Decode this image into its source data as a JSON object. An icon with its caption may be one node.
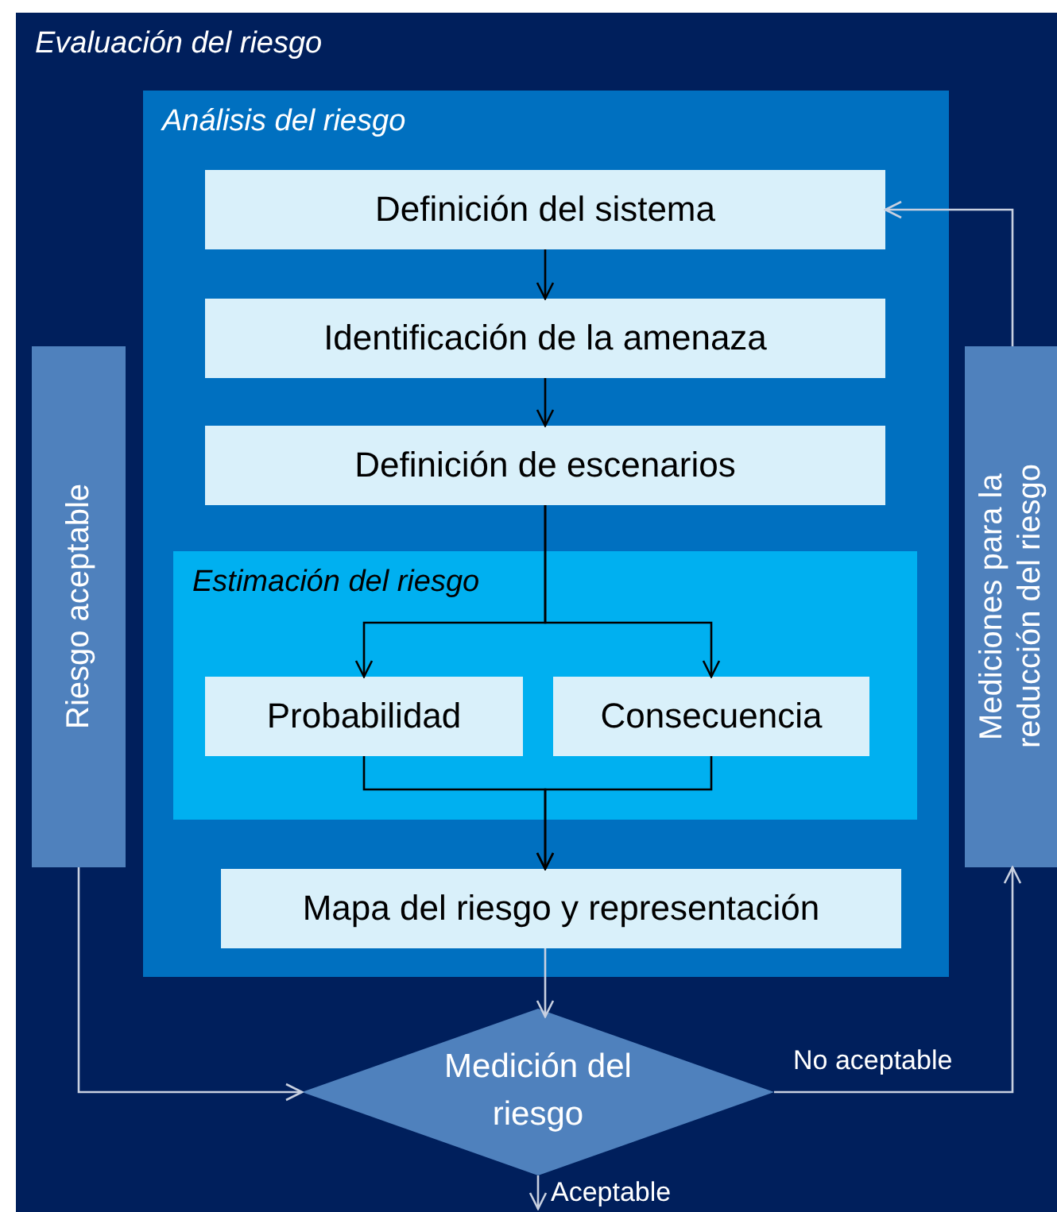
{
  "diagram": {
    "nodes": [
      {
        "text": [
          "Evaluación del riesgo"
        ]
      },
      {
        "text": [
          "Análisis del riesgo"
        ],
        "in": 0
      },
      {
        "text": [
          "Definición del sistema"
        ],
        "in": 1
      },
      {
        "text": [
          "Identificación de la amenaza"
        ],
        "in": 1
      },
      {
        "text": [
          "Definición de escenarios"
        ],
        "in": 1
      },
      {
        "text": [
          "Estimación del riesgo"
        ],
        "in": 1
      },
      {
        "text": [
          "Probabilidad"
        ],
        "in": 5
      },
      {
        "text": [
          "Consecuencia"
        ],
        "in": 5
      },
      {
        "text": [
          "Mapa del riesgo y representación"
        ],
        "in": 1
      },
      {
        "text": [
          "Riesgo aceptable"
        ],
        "in": 0
      },
      {
        "text": [
          "Mediciones para la reducción del riesgo"
        ],
        "in": 0
      },
      {
        "text": [
          "Medición del riesgo"
        ],
        "in": 0
      }
    ],
    "edges": [
      {
        "from": 2,
        "to": 3,
        "arrow": "to"
      },
      {
        "from": 3,
        "to": 4,
        "arrow": "to"
      },
      {
        "from": 4,
        "to": 6,
        "arrow": "to"
      },
      {
        "from": 4,
        "to": 7,
        "arrow": "to"
      },
      {
        "from": 6,
        "to": 8,
        "arrow": "to"
      },
      {
        "from": 7,
        "to": 8,
        "arrow": "to"
      },
      {
        "from": 8,
        "to": 11,
        "arrow": "to",
        "color": "#c8d0e0"
      },
      {
        "from": 11,
        "to": 10,
        "arrow": "to",
        "label": "No aceptable",
        "color": "#c8d0e0"
      },
      {
        "from": 10,
        "to": 2,
        "arrow": "to",
        "color": "#c8d0e0"
      },
      {
        "from": 9,
        "to": 11,
        "arrow": "to",
        "color": "#c8d0e0"
      },
      {
        "from": 11,
        "to": null,
        "arrow": "to",
        "label": "Aceptable",
        "color": "#c8d0e0"
      }
    ]
  }
}
